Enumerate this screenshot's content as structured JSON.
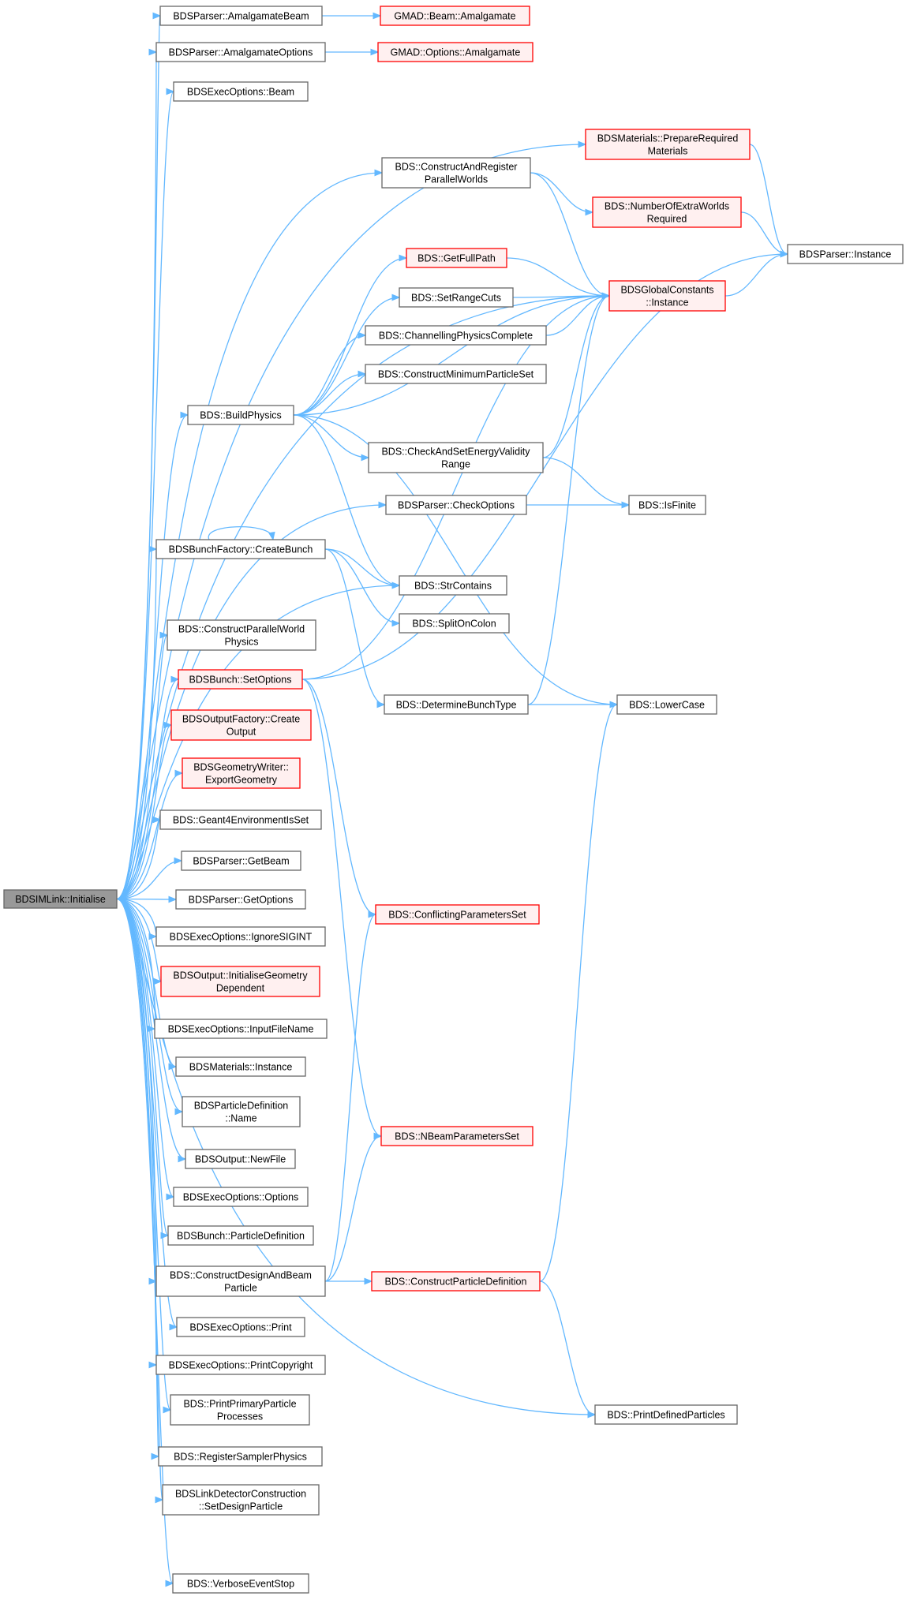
{
  "colors": {
    "edge": "#63b8ff",
    "root_fill": "#999999",
    "red_border": "#ff0000",
    "red_fill": "#fff0f0",
    "normal_border": "#666666"
  },
  "nodes": [
    {
      "id": "root",
      "lines": [
        "BDSIMLink::Initialise"
      ],
      "style": "root"
    },
    {
      "id": "amalgamateBeam",
      "lines": [
        "BDSParser::AmalgamateBeam"
      ],
      "style": "normal"
    },
    {
      "id": "gmadBeam",
      "lines": [
        "GMAD::Beam::Amalgamate"
      ],
      "style": "red"
    },
    {
      "id": "amalgamateOptions",
      "lines": [
        "BDSParser::AmalgamateOptions"
      ],
      "style": "normal"
    },
    {
      "id": "gmadOptions",
      "lines": [
        "GMAD::Options::Amalgamate"
      ],
      "style": "red"
    },
    {
      "id": "execBeam",
      "lines": [
        "BDSExecOptions::Beam"
      ],
      "style": "normal"
    },
    {
      "id": "prepMaterials",
      "lines": [
        "BDSMaterials::PrepareRequired",
        "Materials"
      ],
      "style": "red"
    },
    {
      "id": "constructParallel",
      "lines": [
        "BDS::ConstructAndRegister",
        "ParallelWorlds"
      ],
      "style": "normal"
    },
    {
      "id": "numExtra",
      "lines": [
        "BDS::NumberOfExtraWorlds",
        "Required"
      ],
      "style": "red"
    },
    {
      "id": "parserInstance",
      "lines": [
        "BDSParser::Instance"
      ],
      "style": "normal"
    },
    {
      "id": "getFullPath",
      "lines": [
        "BDS::GetFullPath"
      ],
      "style": "red"
    },
    {
      "id": "globalConst",
      "lines": [
        "BDSGlobalConstants",
        "::Instance"
      ],
      "style": "red"
    },
    {
      "id": "setRangeCuts",
      "lines": [
        "BDS::SetRangeCuts"
      ],
      "style": "normal"
    },
    {
      "id": "channelling",
      "lines": [
        "BDS::ChannellingPhysicsComplete"
      ],
      "style": "normal"
    },
    {
      "id": "constructMinimum",
      "lines": [
        "BDS::ConstructMinimumParticleSet"
      ],
      "style": "normal"
    },
    {
      "id": "buildPhysics",
      "lines": [
        "BDS::BuildPhysics"
      ],
      "style": "normal"
    },
    {
      "id": "checkEnergy",
      "lines": [
        "BDS::CheckAndSetEnergyValidity",
        "Range"
      ],
      "style": "normal"
    },
    {
      "id": "checkOptions",
      "lines": [
        "BDSParser::CheckOptions"
      ],
      "style": "normal"
    },
    {
      "id": "isFinite",
      "lines": [
        "BDS::IsFinite"
      ],
      "style": "normal"
    },
    {
      "id": "createBunch",
      "lines": [
        "BDSBunchFactory::CreateBunch"
      ],
      "style": "normal"
    },
    {
      "id": "strContains",
      "lines": [
        "BDS::StrContains"
      ],
      "style": "normal"
    },
    {
      "id": "splitOnColon",
      "lines": [
        "BDS::SplitOnColon"
      ],
      "style": "normal"
    },
    {
      "id": "constructParallelPhysics",
      "lines": [
        "BDS::ConstructParallelWorld",
        "Physics"
      ],
      "style": "normal"
    },
    {
      "id": "setOptions",
      "lines": [
        "BDSBunch::SetOptions"
      ],
      "style": "red"
    },
    {
      "id": "determineBunch",
      "lines": [
        "BDS::DetermineBunchType"
      ],
      "style": "normal"
    },
    {
      "id": "lowerCase",
      "lines": [
        "BDS::LowerCase"
      ],
      "style": "normal"
    },
    {
      "id": "outputFactory",
      "lines": [
        "BDSOutputFactory::Create",
        "Output"
      ],
      "style": "red"
    },
    {
      "id": "geometryWriter",
      "lines": [
        "BDSGeometryWriter::",
        "ExportGeometry"
      ],
      "style": "red"
    },
    {
      "id": "geant4Env",
      "lines": [
        "BDS::Geant4EnvironmentIsSet"
      ],
      "style": "normal"
    },
    {
      "id": "getBeam",
      "lines": [
        "BDSParser::GetBeam"
      ],
      "style": "normal"
    },
    {
      "id": "getOptions",
      "lines": [
        "BDSParser::GetOptions"
      ],
      "style": "normal"
    },
    {
      "id": "conflicting",
      "lines": [
        "BDS::ConflictingParametersSet"
      ],
      "style": "red"
    },
    {
      "id": "ignoreSigint",
      "lines": [
        "BDSExecOptions::IgnoreSIGINT"
      ],
      "style": "normal"
    },
    {
      "id": "initGeom",
      "lines": [
        "BDSOutput::InitialiseGeometry",
        "Dependent"
      ],
      "style": "red"
    },
    {
      "id": "inputFile",
      "lines": [
        "BDSExecOptions::InputFileName"
      ],
      "style": "normal"
    },
    {
      "id": "materialsInstance",
      "lines": [
        "BDSMaterials::Instance"
      ],
      "style": "normal"
    },
    {
      "id": "particleName",
      "lines": [
        "BDSParticleDefinition",
        "::Name"
      ],
      "style": "normal"
    },
    {
      "id": "nBeam",
      "lines": [
        "BDS::NBeamParametersSet"
      ],
      "style": "red"
    },
    {
      "id": "newFile",
      "lines": [
        "BDSOutput::NewFile"
      ],
      "style": "normal"
    },
    {
      "id": "execOptions",
      "lines": [
        "BDSExecOptions::Options"
      ],
      "style": "normal"
    },
    {
      "id": "bunchParticleDef",
      "lines": [
        "BDSBunch::ParticleDefinition"
      ],
      "style": "normal"
    },
    {
      "id": "constructDesign",
      "lines": [
        "BDS::ConstructDesignAndBeam",
        "Particle"
      ],
      "style": "normal"
    },
    {
      "id": "constructParticleDef",
      "lines": [
        "BDS::ConstructParticleDefinition"
      ],
      "style": "red"
    },
    {
      "id": "execPrint",
      "lines": [
        "BDSExecOptions::Print"
      ],
      "style": "normal"
    },
    {
      "id": "printCopyright",
      "lines": [
        "BDSExecOptions::PrintCopyright"
      ],
      "style": "normal"
    },
    {
      "id": "printPrimary",
      "lines": [
        "BDS::PrintPrimaryParticle",
        "Processes"
      ],
      "style": "normal"
    },
    {
      "id": "printDefined",
      "lines": [
        "BDS::PrintDefinedParticles"
      ],
      "style": "normal"
    },
    {
      "id": "registerSampler",
      "lines": [
        "BDS::RegisterSamplerPhysics"
      ],
      "style": "normal"
    },
    {
      "id": "linkDetector",
      "lines": [
        "BDSLinkDetectorConstruction",
        "::SetDesignParticle"
      ],
      "style": "normal"
    },
    {
      "id": "verboseStop",
      "lines": [
        "BDS::VerboseEventStop"
      ],
      "style": "normal"
    }
  ]
}
